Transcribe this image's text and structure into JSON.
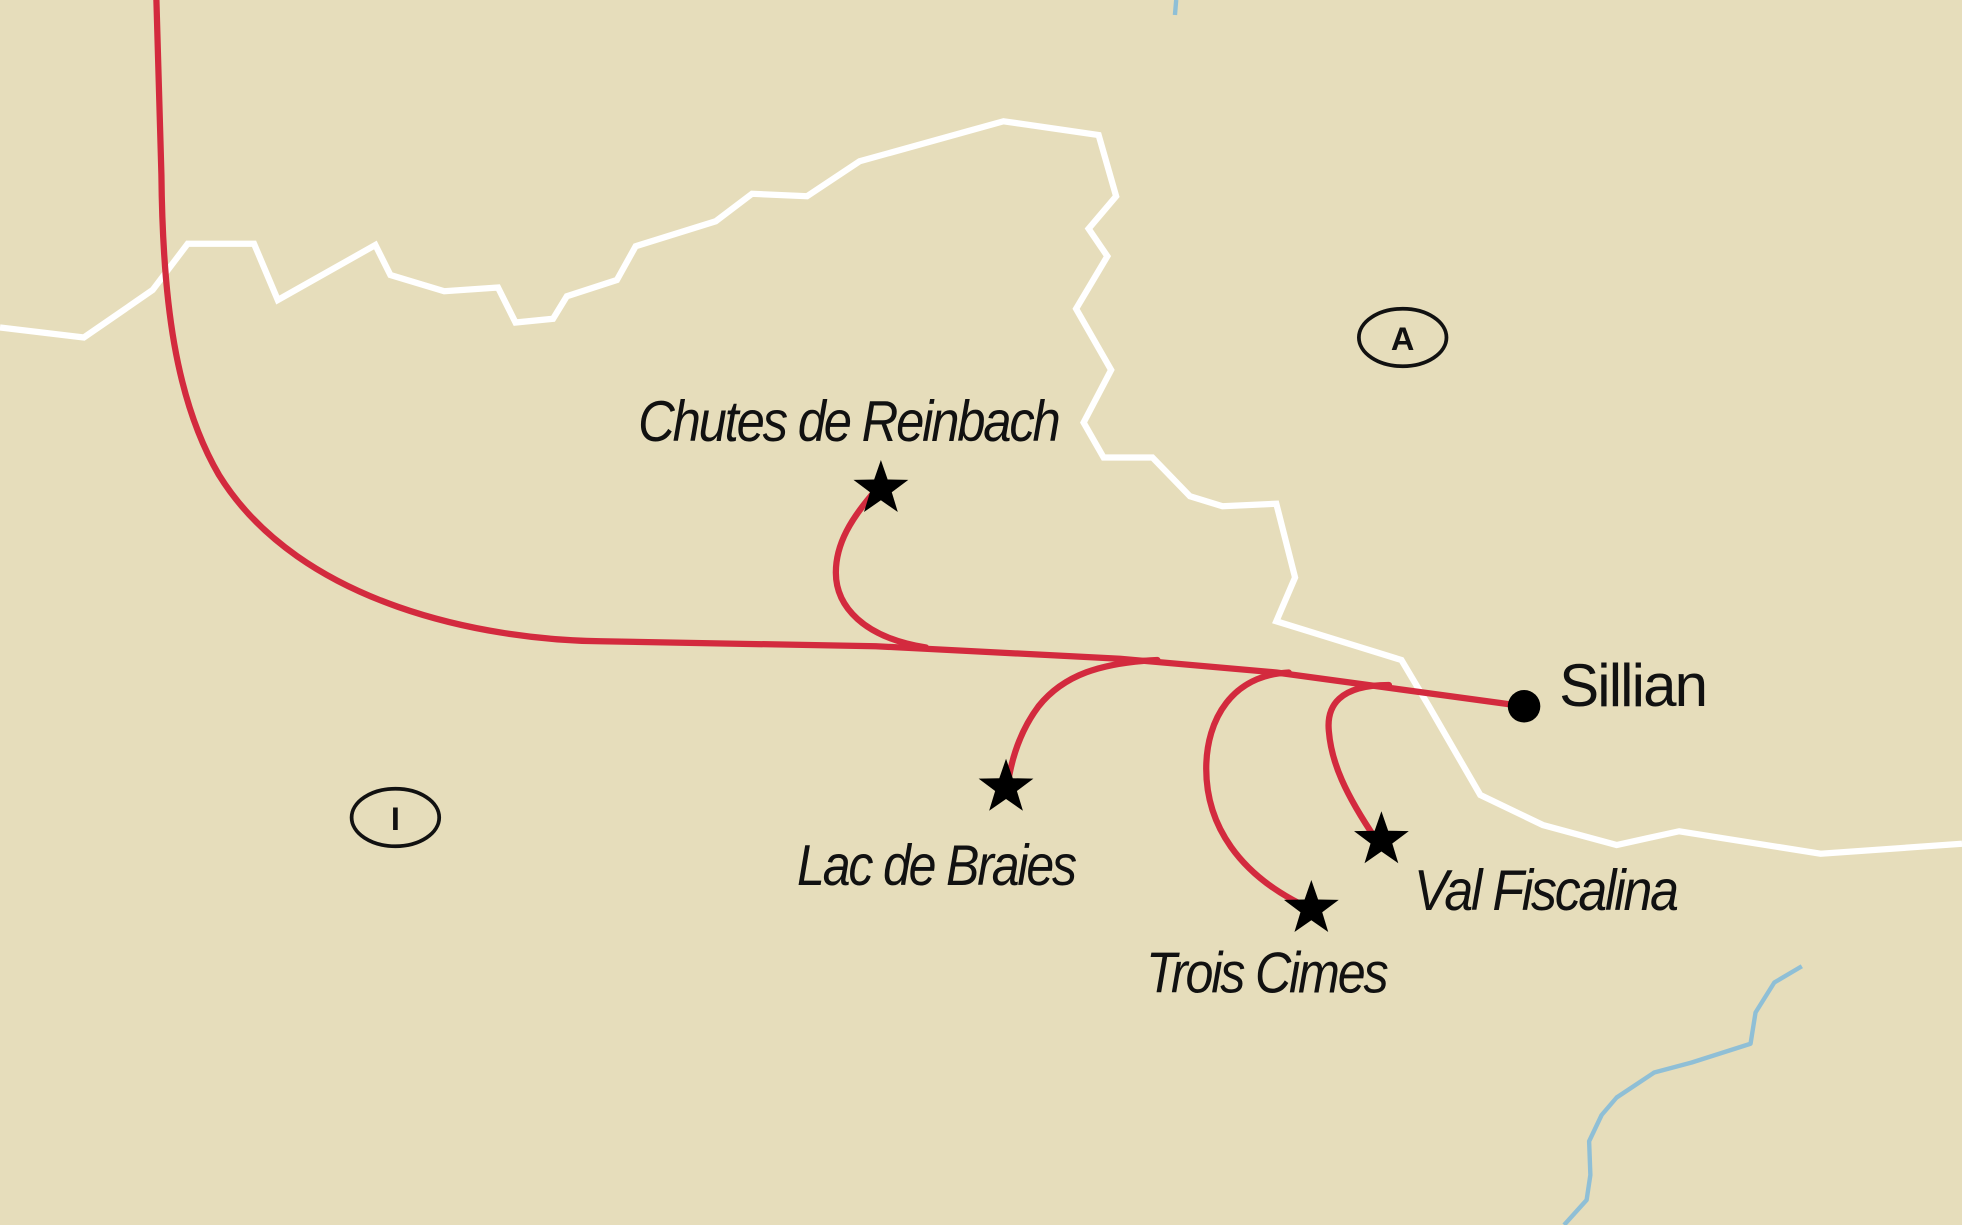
{
  "map": {
    "colors": {
      "land": "#e6ddbb",
      "border": "#ffffff",
      "route": "#d32a3e",
      "river": "#8fbfd6",
      "marker": "#000000"
    },
    "countries": [
      {
        "code": "A",
        "label": "A"
      },
      {
        "code": "I",
        "label": "I"
      }
    ],
    "start_city": {
      "label": "Sillian",
      "icon": "dot-marker-icon"
    },
    "destinations": [
      {
        "label": "Chutes de Reinbach",
        "icon": "star-icon"
      },
      {
        "label": "Lac de Braies",
        "icon": "star-icon"
      },
      {
        "label": "Trois Cimes",
        "icon": "star-icon"
      },
      {
        "label": "Val Fiscalina",
        "icon": "star-icon"
      }
    ]
  }
}
